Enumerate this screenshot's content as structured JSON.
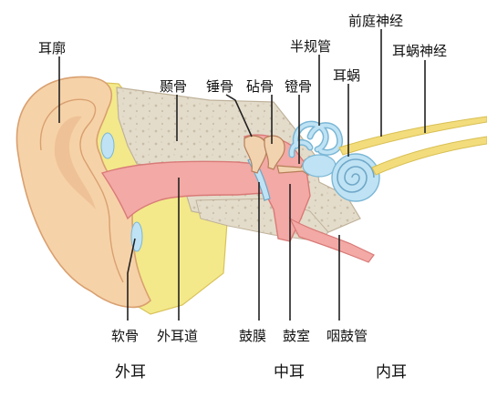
{
  "labels": {
    "pinna": "耳廓",
    "temporal_bone": "颞骨",
    "malleus": "锤骨",
    "incus": "砧骨",
    "stapes": "镫骨",
    "semicircular_canals": "半规管",
    "vestibular_nerve": "前庭神经",
    "cochlear_nerve": "耳蜗神经",
    "cochlea": "耳蜗",
    "cartilage": "软骨",
    "ear_canal": "外耳道",
    "eardrum": "鼓膜",
    "tympanic_cavity": "鼓室",
    "eustachian_tube": "咽鼓管"
  },
  "sections": {
    "outer_ear": "外耳",
    "middle_ear": "中耳",
    "inner_ear": "内耳"
  },
  "colors": {
    "skin": "#f6d2a8",
    "skin_outline": "#d9a070",
    "cartilage": "#f3e98a",
    "bone": "#e4dccb",
    "canal": "#f3a9a5",
    "canal_outline": "#d97a78",
    "inner_ear_blue": "#bfe3f4",
    "nerve": "#f2dc7c"
  }
}
